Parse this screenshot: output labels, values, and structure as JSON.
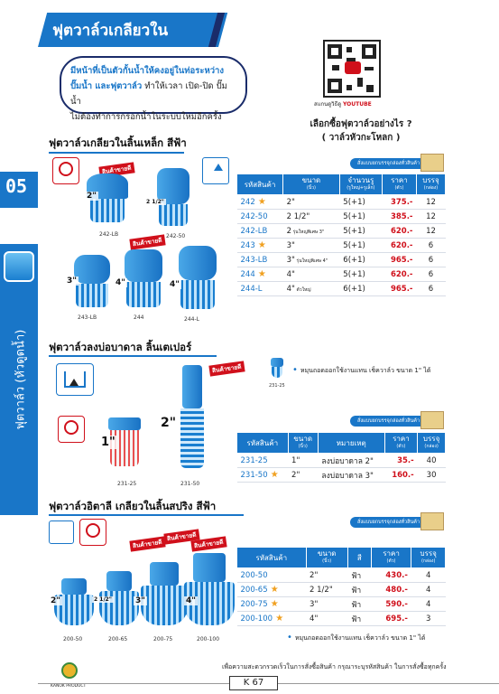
{
  "page_title": "ฟุตวาล์วเกลียวใน",
  "side": {
    "number": "05",
    "label": "ฟุตวาล์ว (หัวดูดน้ำ)"
  },
  "intro": {
    "line1": "มีหน้าที่เป็นตัวกั้นน้ำให้คงอยู่ในท่อระหว่าง",
    "line2a": "ปั๊มน้ำ และฟุตวาล์ว",
    "line2b": " ทำให้เวลา เปิด-ปิด ปั๊มน้ำ",
    "line3": "ไม่ต้องทำการกรอกน้ำในระบบใหม่อีกครั้ง"
  },
  "qr": {
    "caption_prefix": "สแกนดูวิธีดู",
    "caption_brand": "YOUTUBE"
  },
  "question": {
    "line1": "เลือกซื้อฟุตวาล์วอย่างไร ?",
    "line2": "( วาล์วหัวกะโหลก )"
  },
  "badges": {
    "hot": "สินค้าขายดี",
    "cart": "สั่งแบบยกบรรจุกล่องทั่วสินค้า"
  },
  "section1": {
    "title": "ฟุตวาล์วเกลียวในลิ้นเหล็ก สีฟ้า",
    "images": [
      {
        "size": "2\"",
        "code": "242-LB"
      },
      {
        "size": "2 1/2\"",
        "code": "242-50"
      },
      {
        "size": "3\"",
        "code": "243-LB"
      },
      {
        "size": "4\"",
        "code": "244"
      },
      {
        "size": "4\"",
        "code": "244-L"
      }
    ],
    "headers": [
      {
        "main": "รหัสสินค้า",
        "sub": ""
      },
      {
        "main": "ขนาด",
        "sub": "(นิ้ว)"
      },
      {
        "main": "จำนวนรู",
        "sub": "(รูใหญ่+รูเล็ก)"
      },
      {
        "main": "ราคา",
        "sub": "(ตัว)"
      },
      {
        "main": "บรรจุ",
        "sub": "(กล่อง)"
      }
    ],
    "rows": [
      {
        "code": "242",
        "star": "★",
        "size": "2\"",
        "size_note": "",
        "holes": "5(+1)",
        "price": "375.-",
        "pack": "12"
      },
      {
        "code": "242-50",
        "star": "",
        "size": "2 1/2\"",
        "size_note": "",
        "holes": "5(+1)",
        "price": "385.-",
        "pack": "12"
      },
      {
        "code": "242-LB",
        "star": "",
        "size": "2",
        "size_note": "รุ่นใหญ่พิเศษ 3\"",
        "holes": "5(+1)",
        "price": "620.-",
        "pack": "12"
      },
      {
        "code": "243",
        "star": "★",
        "size": "3\"",
        "size_note": "",
        "holes": "5(+1)",
        "price": "620.-",
        "pack": "6"
      },
      {
        "code": "243-LB",
        "star": "",
        "size": "3\"",
        "size_note": "รุ่นใหญ่พิเศษ 4\"",
        "holes": "6(+1)",
        "price": "965.-",
        "pack": "6"
      },
      {
        "code": "244",
        "star": "★",
        "size": "4\"",
        "size_note": "",
        "holes": "5(+1)",
        "price": "620.-",
        "pack": "6"
      },
      {
        "code": "244-L",
        "star": "",
        "size": "4\"",
        "size_note": "ตัวใหญ่",
        "holes": "6(+1)",
        "price": "965.-",
        "pack": "6"
      }
    ]
  },
  "section2": {
    "title": "ฟุตวาล์วลงบ่อบาดาล ลิ้นเตเปอร์",
    "images": [
      {
        "size": "1\"",
        "code": "231-25"
      },
      {
        "size": "2\"",
        "code": "231-50"
      }
    ],
    "small_code": "231-25",
    "note": "หมุนถอดออกใช้งานแทน เช็ควาล์ว ขนาด 1\" ได้",
    "headers": [
      {
        "main": "รหัสสินค้า",
        "sub": ""
      },
      {
        "main": "ขนาด",
        "sub": "(นิ้ว)"
      },
      {
        "main": "หมายเหตุ",
        "sub": ""
      },
      {
        "main": "ราคา",
        "sub": "(ตัว)"
      },
      {
        "main": "บรรจุ",
        "sub": "(กล่อง)"
      }
    ],
    "rows": [
      {
        "code": "231-25",
        "star": "",
        "size": "1\"",
        "remark": "ลงบ่อบาดาล 2\"",
        "price": "35.-",
        "pack": "40"
      },
      {
        "code": "231-50",
        "star": "★",
        "size": "2\"",
        "remark": "ลงบ่อบาดาล 3\"",
        "price": "160.-",
        "pack": "30"
      }
    ]
  },
  "section3": {
    "title": "ฟุตวาล์วอิตาลี เกลียวในลิ้นสปริง สีฟ้า",
    "images": [
      {
        "size": "2\"",
        "code": "200-50"
      },
      {
        "size": "2 1/2\"",
        "code": "200-65"
      },
      {
        "size": "3\"",
        "code": "200-75"
      },
      {
        "size": "4\"",
        "code": "200-100"
      }
    ],
    "headers": [
      {
        "main": "รหัสสินค้า",
        "sub": ""
      },
      {
        "main": "ขนาด",
        "sub": "(นิ้ว)"
      },
      {
        "main": "สี",
        "sub": ""
      },
      {
        "main": "ราคา",
        "sub": "(ตัว)"
      },
      {
        "main": "บรรจุ",
        "sub": "(กล่อง)"
      }
    ],
    "rows": [
      {
        "code": "200-50",
        "star": "",
        "size": "2\"",
        "color": "ฟ้า",
        "price": "430.-",
        "pack": "4"
      },
      {
        "code": "200-65",
        "star": "★",
        "size": "2 1/2\"",
        "color": "ฟ้า",
        "price": "480.-",
        "pack": "4"
      },
      {
        "code": "200-75",
        "star": "★",
        "size": "3\"",
        "color": "ฟ้า",
        "price": "590.-",
        "pack": "4"
      },
      {
        "code": "200-100",
        "star": "★",
        "size": "4\"",
        "color": "ฟ้า",
        "price": "695.-",
        "pack": "3"
      }
    ],
    "note": "หมุนถอดออกใช้งานแทน เช็ควาล์ว ขนาด 1\" ได้"
  },
  "footer": {
    "text": "เพื่อความสะดวกรวดเร็วในการสั่งซื้อสินค้า กรุณาระบุรหัสสินค้า ในการสั่งซื้อทุกครั้ง",
    "page": "K 67",
    "brand": "KANOK PRODUCT"
  },
  "colors": {
    "accent": "#1976c8",
    "dark": "#1a2c6a",
    "price": "#d0101b",
    "star": "#f0a020"
  }
}
